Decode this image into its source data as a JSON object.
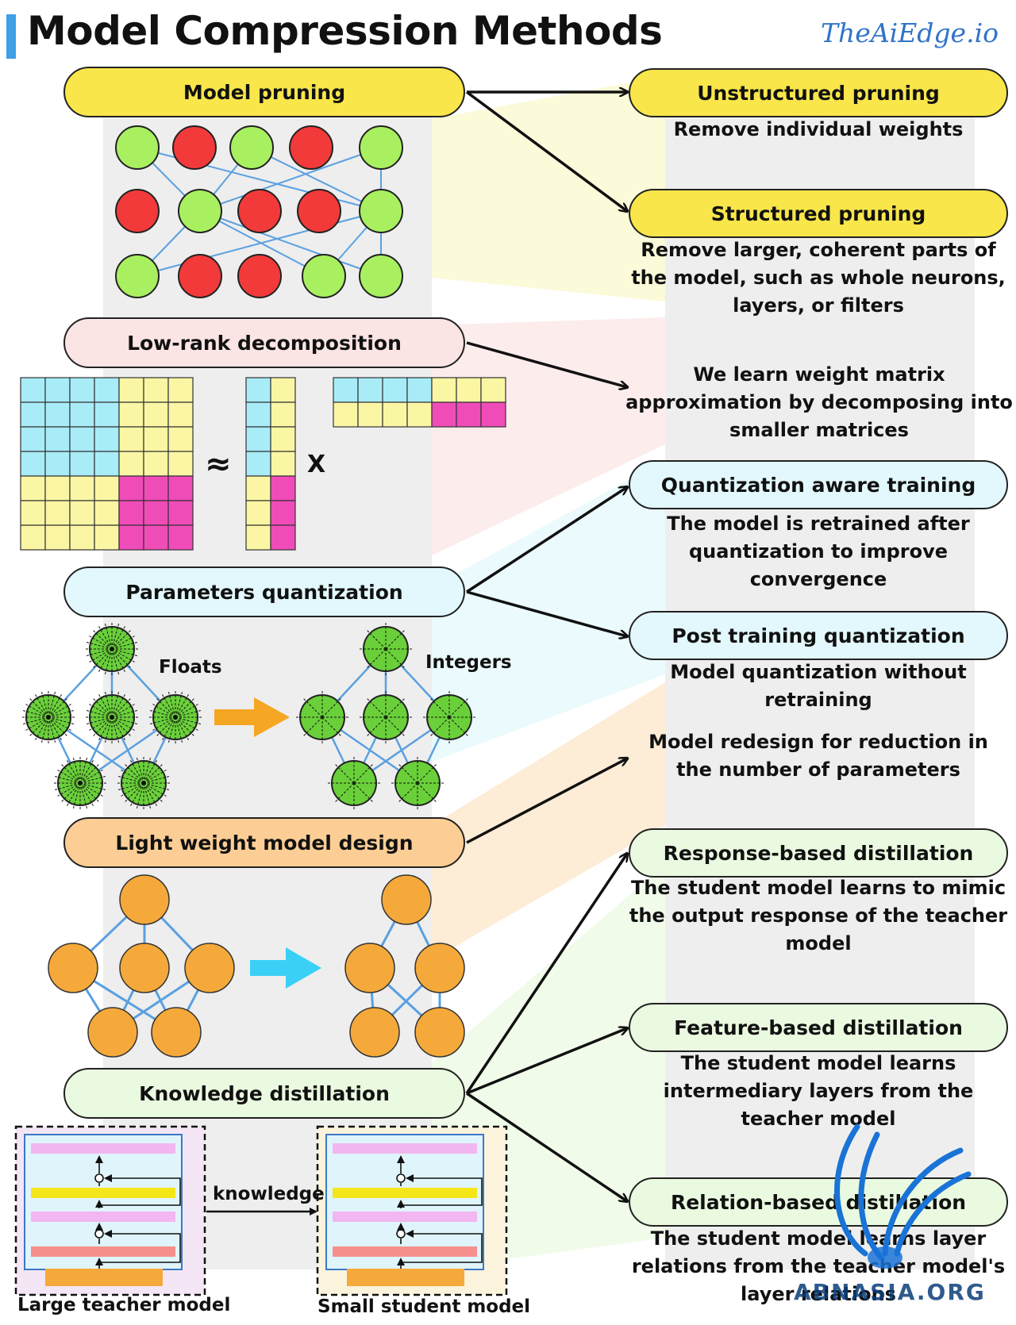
{
  "title": "Model Compression Methods",
  "brand": "TheAiEdge.io",
  "colors": {
    "yellow": "#f8e64a",
    "pink": "#fbe4e4",
    "cyan": "#e2f8fc",
    "orange": "#fcce95",
    "green": "#eafae0",
    "node_green": "#a8f060",
    "node_red": "#f23a3a",
    "node_orange": "#f5a93a",
    "matrix_cyan": "#a8ecf8",
    "matrix_yellow": "#fbf6a4",
    "matrix_pink": "#f04cb8"
  },
  "methods": {
    "pruning": "Model pruning",
    "lowrank": "Low-rank decomposition",
    "quantization": "Parameters quantization",
    "lightweight": "Light weight model design",
    "distillation": "Knowledge distillation"
  },
  "outcomes": {
    "unstructured": {
      "title": "Unstructured pruning",
      "desc": "Remove individual weights"
    },
    "structured": {
      "title": "Structured pruning",
      "desc": "Remove larger, coherent parts of the model, such as whole neurons, layers, or filters"
    },
    "lowrank_desc": "We learn weight matrix approximation by decomposing into smaller matrices",
    "qat": {
      "title": "Quantization aware training",
      "desc": "The model is retrained after quantization to improve convergence"
    },
    "ptq": {
      "title": "Post training quantization",
      "desc": "Model quantization without retraining"
    },
    "lightweight_desc": "Model redesign for reduction in the number of parameters",
    "response": {
      "title": "Response-based distillation",
      "desc": "The student model learns to mimic the output response of the teacher model"
    },
    "feature": {
      "title": "Feature-based distillation",
      "desc": "The student model learns intermediary layers from the teacher model"
    },
    "relation": {
      "title": "Relation-based distillation",
      "desc": "The student model learns layer relations from the teacher model's layer relations"
    }
  },
  "labels": {
    "approx": "≈",
    "times": "X",
    "floats": "Floats",
    "integers": "Integers",
    "knowledge": "knowledge",
    "teacher": "Large teacher model",
    "student": "Small student model"
  },
  "watermark": "ABNASIA.ORG"
}
